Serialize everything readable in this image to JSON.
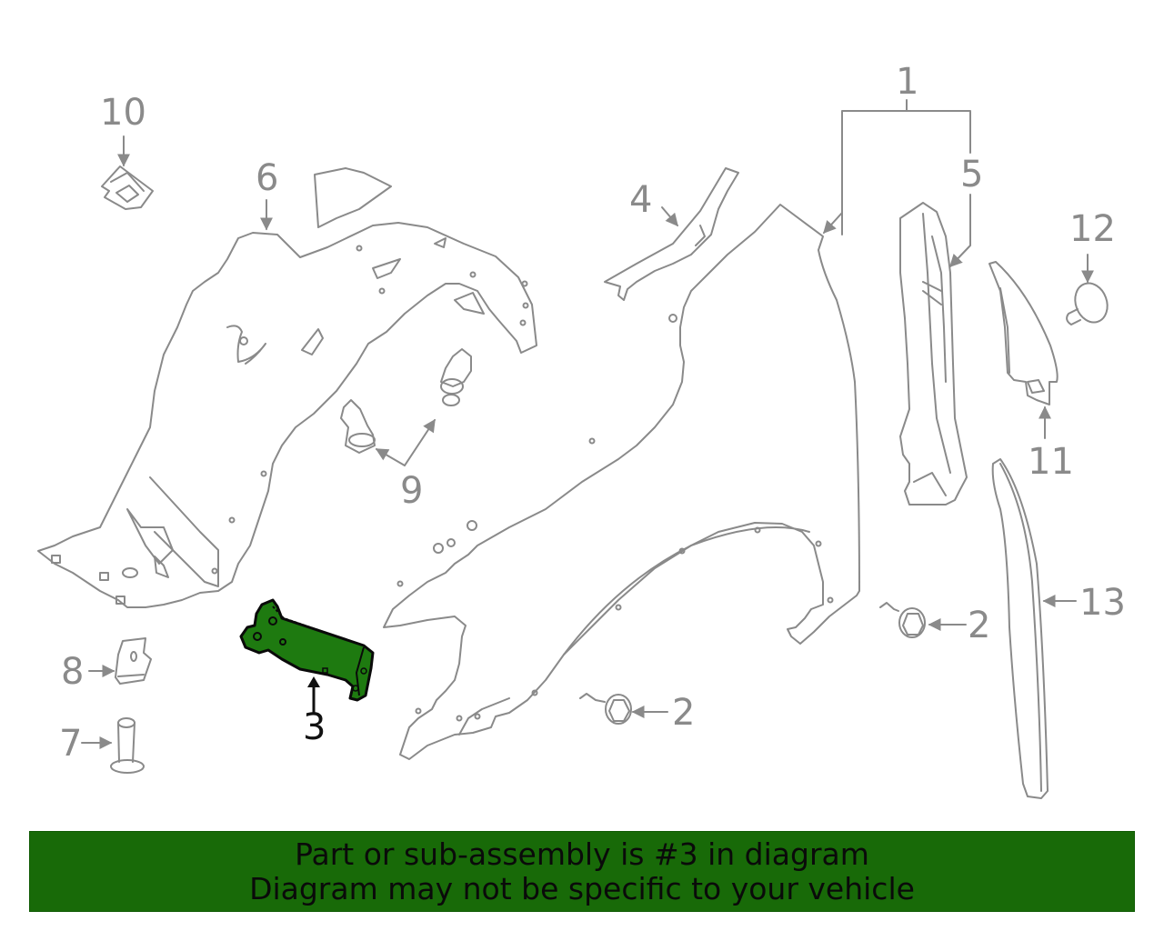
{
  "diagram": {
    "callouts": [
      {
        "id": "1",
        "label": "1"
      },
      {
        "id": "2a",
        "label": "2"
      },
      {
        "id": "2b",
        "label": "2"
      },
      {
        "id": "3",
        "label": "3"
      },
      {
        "id": "4",
        "label": "4"
      },
      {
        "id": "5",
        "label": "5"
      },
      {
        "id": "6",
        "label": "6"
      },
      {
        "id": "7",
        "label": "7"
      },
      {
        "id": "8",
        "label": "8"
      },
      {
        "id": "9",
        "label": "9"
      },
      {
        "id": "10",
        "label": "10"
      },
      {
        "id": "11",
        "label": "11"
      },
      {
        "id": "12",
        "label": "12"
      },
      {
        "id": "13",
        "label": "13"
      }
    ],
    "highlighted_part": "3",
    "colors": {
      "line": "#8a8a8a",
      "highlight_fill": "#1e7a10",
      "highlight_stroke": "#0a0a0a",
      "banner_bg": "#186a08"
    }
  },
  "banner": {
    "line1": "Part or sub-assembly is #3 in diagram",
    "line2": "Diagram may not be specific to your vehicle"
  }
}
